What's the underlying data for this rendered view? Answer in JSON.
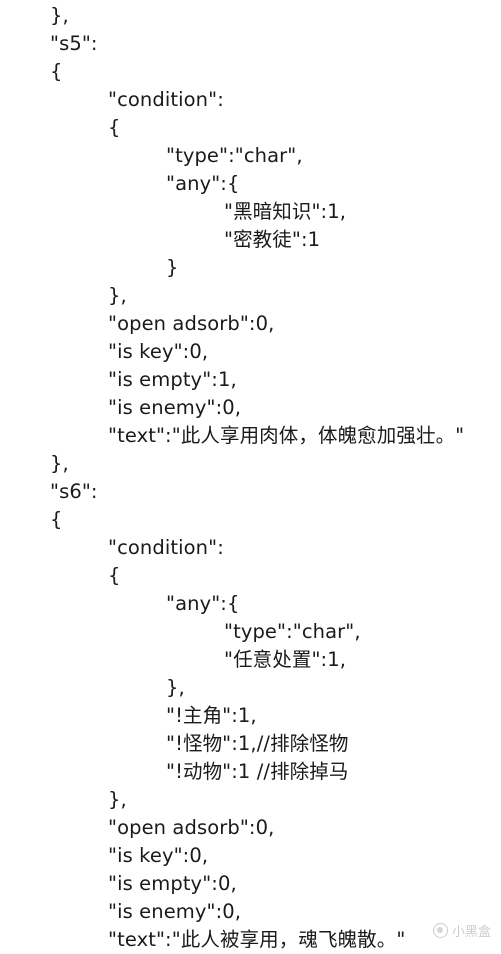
{
  "code_lines": [
    "},",
    "\"s5\":",
    "{",
    "    \"condition\":",
    "    {",
    "        \"type\":\"char\",",
    "        \"any\":{",
    "            \"黑暗知识\":1,",
    "            \"密教徒\":1",
    "        }",
    "    },",
    "    \"open adsorb\":0,",
    "    \"is key\":0,",
    "    \"is empty\":1,",
    "    \"is enemy\":0,",
    "    \"text\":\"此人享用肉体，体魄愈加强壮。\"",
    "},",
    "\"s6\":",
    "{",
    "    \"condition\":",
    "    {",
    "        \"any\":{",
    "            \"type\":\"char\",",
    "            \"任意处置\":1,",
    "        },",
    "        \"!主角\":1,",
    "        \"!怪物\":1,//排除怪物",
    "        \"!动物\":1 //排除掉马",
    "    },",
    "    \"open adsorb\":0,",
    "    \"is key\":0,",
    "    \"is empty\":0,",
    "    \"is enemy\":0,",
    "    \"text\":\"此人被享用，魂飞魄散。\""
  ],
  "watermark": {
    "icon": "heybox-logo-icon",
    "text": "小黑盒"
  }
}
